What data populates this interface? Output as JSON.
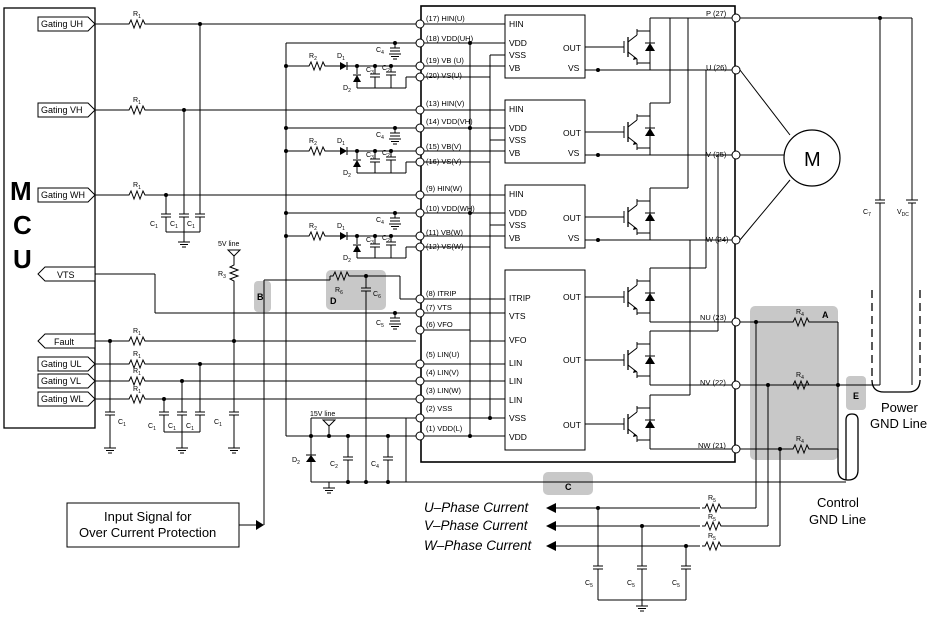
{
  "mcu": {
    "letters": [
      "M",
      "C",
      "U"
    ]
  },
  "mcu_signals": [
    {
      "id": "gating-uh",
      "label": "Gating UH"
    },
    {
      "id": "gating-vh",
      "label": "Gating VH"
    },
    {
      "id": "gating-wh",
      "label": "Gating WH"
    },
    {
      "id": "vts",
      "label": "VTS"
    },
    {
      "id": "fault",
      "label": "Fault"
    },
    {
      "id": "gating-ul",
      "label": "Gating UL"
    },
    {
      "id": "gating-vl",
      "label": "Gating VL"
    },
    {
      "id": "gating-wl",
      "label": "Gating WL"
    }
  ],
  "pins": [
    "(17) HIN(U)",
    "(18) VDD(UH)",
    "(19) VB (U)",
    "(20) VS(U)",
    "(13) HIN(V)",
    "(14) VDD(VH)",
    "(15) VB(V)",
    "(16) VS(V)",
    "(9) HIN(W)",
    "(10) VDD(WH)",
    "(11) VB(W)",
    "(12) VS(W)",
    "(8) ITRIP",
    "(7) VTS",
    "(6) VFO",
    "(5) LIN(U)",
    "(4) LIN(V)",
    "(3) LIN(W)",
    "(2) VSS",
    "(1) VDD(L)"
  ],
  "output_pins": [
    "P (27)",
    "U (26)",
    "V (25)",
    "W (24)",
    "NU (23)",
    "NV (22)",
    "NW (21)"
  ],
  "hs_block": {
    "hin": "HIN",
    "vdd": "VDD",
    "vss": "VSS",
    "vb": "VB",
    "out": "OUT",
    "vs": "VS"
  },
  "ls_block": [
    "ITRIP",
    "VTS",
    "VFO",
    "LIN",
    "LIN",
    "LIN",
    "VSS",
    "VDD"
  ],
  "ls_out": "OUT",
  "components": {
    "r1": "R",
    "r1_sub": "1",
    "r2": "R",
    "r2_sub": "2",
    "r3": "R",
    "r3_sub": "3",
    "r4": "R",
    "r4_sub": "4",
    "r5": "R",
    "r5_sub": "5",
    "r6": "R",
    "r6_sub": "6",
    "c1": "C",
    "c1_sub": "1",
    "c2": "C",
    "c2_sub": "2",
    "c3": "C",
    "c3_sub": "3",
    "c4": "C",
    "c4_sub": "4",
    "c5": "C",
    "c5_sub": "5",
    "c6": "C",
    "c6_sub": "6",
    "c7": "C",
    "c7_sub": "7",
    "vdc": "V",
    "vdc_sub": "DC",
    "d1": "D",
    "d1_sub": "1",
    "d2": "D",
    "d2_sub": "2"
  },
  "supply_5v": "5V line",
  "supply_15v": "15V line",
  "motor": "M",
  "regions": {
    "a": "A",
    "b": "B",
    "c": "C",
    "d": "D",
    "e": "E"
  },
  "power_gnd": [
    "Power",
    "GND Line"
  ],
  "control_gnd": [
    "Control",
    "GND Line"
  ],
  "input_signal": [
    "Input Signal for",
    "Over Current Protection"
  ],
  "phase_currents": [
    "U–Phase Current",
    "V–Phase Current",
    "W–Phase Current"
  ]
}
